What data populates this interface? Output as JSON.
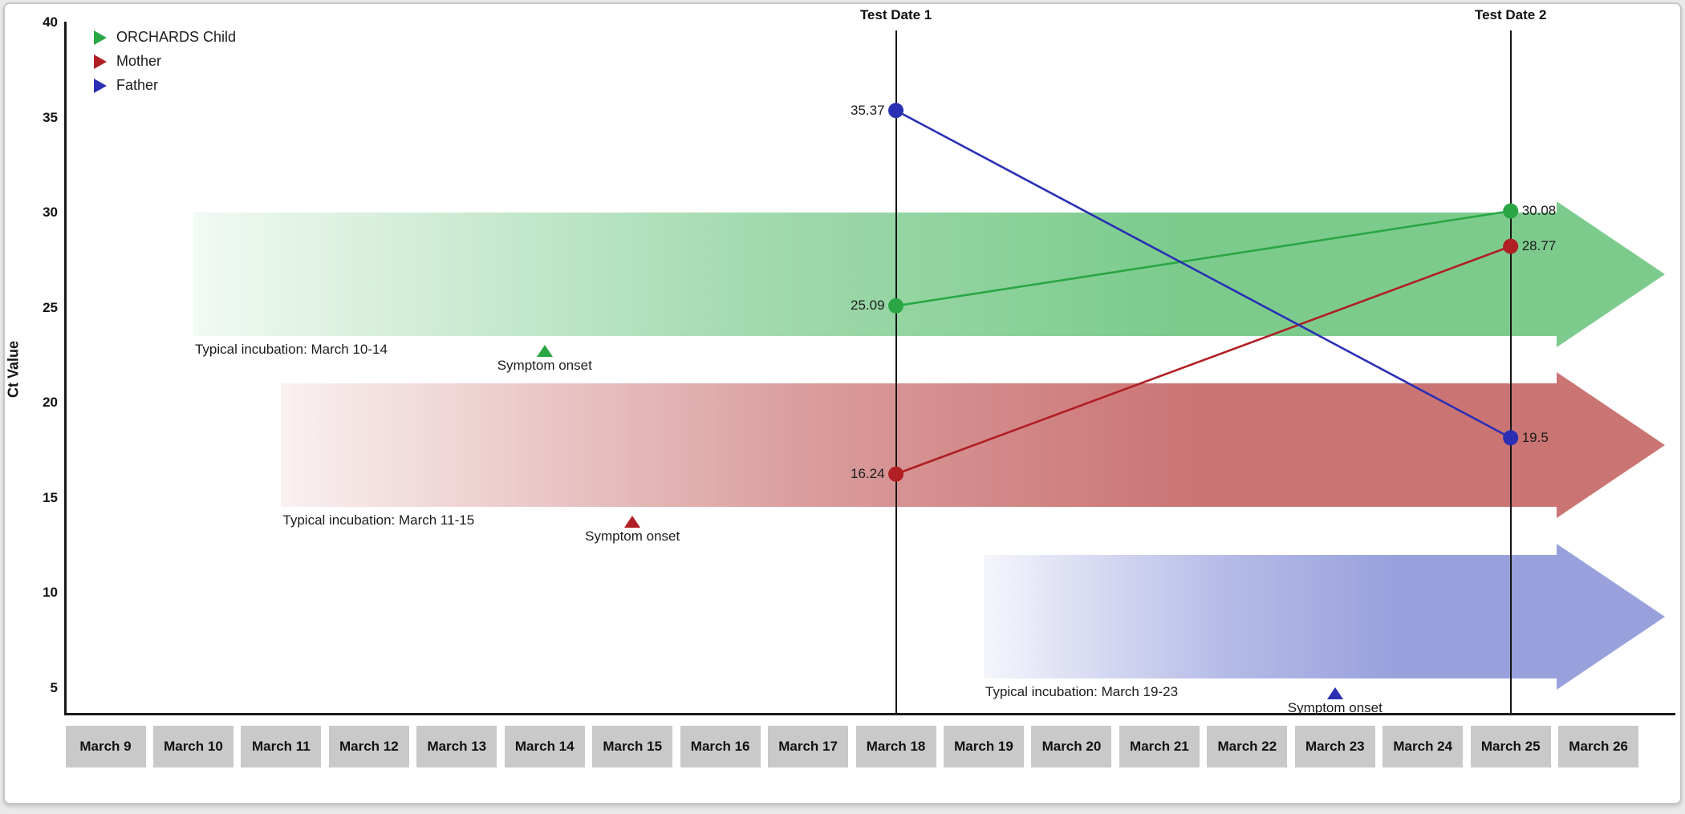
{
  "window": {
    "background": "#e9e9e9",
    "card_background": "#ffffff",
    "card_border": "#c6c6c6"
  },
  "chart_data": {
    "type": "line",
    "title": "",
    "xlabel": "",
    "ylabel": "Ct Value",
    "ylim": [
      2.5,
      40
    ],
    "y_ticks": [
      40,
      35,
      30,
      25,
      20,
      15,
      10,
      5
    ],
    "grid": false,
    "legend_position": "top-left",
    "x_categories": [
      "March 9",
      "March 10",
      "March 11",
      "March 12",
      "March 13",
      "March 14",
      "March 15",
      "March 16",
      "March 17",
      "March 18",
      "March 19",
      "March 20",
      "March 21",
      "March 22",
      "March 23",
      "March 24",
      "March 25",
      "March 26"
    ],
    "test_date_lines": [
      {
        "label": "Test Date 1",
        "date": "March 18"
      },
      {
        "label": "Test Date 2",
        "date": "March 25"
      }
    ],
    "series": [
      {
        "name": "ORCHARDS Child",
        "color": "#2aa644",
        "points": [
          {
            "date": "March 18",
            "ct": 25.09
          },
          {
            "date": "March 25",
            "ct": 30.08
          }
        ]
      },
      {
        "name": "Mother",
        "color": "#b01f23",
        "points": [
          {
            "date": "March 18",
            "ct": 16.24
          },
          {
            "date": "March 25",
            "ct": 28.77
          }
        ]
      },
      {
        "name": "Father",
        "color": "#2a2fb4",
        "points": [
          {
            "date": "March 18",
            "ct": 35.37
          },
          {
            "date": "March 25",
            "ct": 19.5
          }
        ]
      }
    ],
    "incubation_bands": [
      {
        "person": "ORCHARDS Child",
        "color": "#7ccb8d",
        "label": "Typical incubation: March 10-14",
        "start_date": "March 10",
        "symptom_onset_date": "March 14",
        "onset_label": "Symptom onset",
        "ct_range": [
          23.5,
          30
        ]
      },
      {
        "person": "Mother",
        "color": "#cb7474",
        "label": "Typical incubation: March 11-15",
        "start_date": "March 11",
        "symptom_onset_date": "March 15",
        "onset_label": "Symptom onset",
        "ct_range": [
          14.5,
          21
        ]
      },
      {
        "person": "Father",
        "color": "#99a1dd",
        "label": "Typical incubation: March 19-23",
        "start_date": "March 19",
        "symptom_onset_date": "March 23",
        "onset_label": "Symptom onset",
        "ct_range": [
          5.5,
          12
        ]
      }
    ]
  }
}
